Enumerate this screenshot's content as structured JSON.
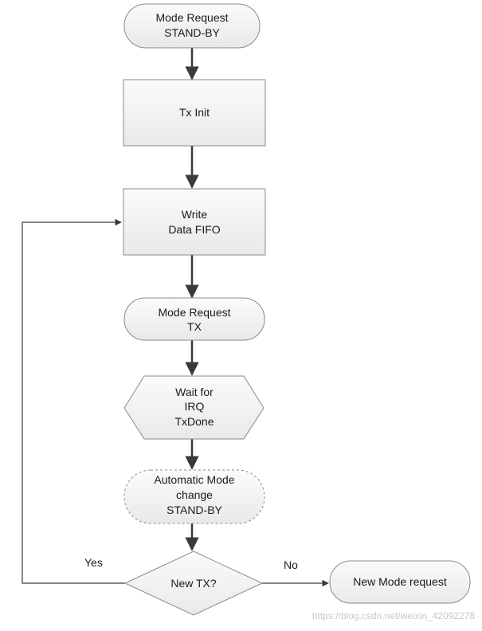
{
  "diagram": {
    "nodes": {
      "mode_request_standby": {
        "lines": [
          "Mode Request",
          "STAND-BY"
        ]
      },
      "tx_init": {
        "lines": [
          "Tx Init"
        ]
      },
      "write_data_fifo": {
        "lines": [
          "Write",
          "Data FIFO"
        ]
      },
      "mode_request_tx": {
        "lines": [
          "Mode Request",
          "TX"
        ]
      },
      "wait_irq_txdone": {
        "lines": [
          "Wait for",
          "IRQ",
          "TxDone"
        ]
      },
      "automatic_mode_change": {
        "lines": [
          "Automatic Mode",
          "change",
          "STAND-BY"
        ]
      },
      "new_tx_decision": {
        "lines": [
          "New TX?"
        ]
      },
      "new_mode_request": {
        "lines": [
          "New Mode request"
        ]
      }
    },
    "edge_labels": {
      "yes": "Yes",
      "no": "No"
    },
    "watermark": "https://blog.csdn.net/weixin_42092278"
  }
}
